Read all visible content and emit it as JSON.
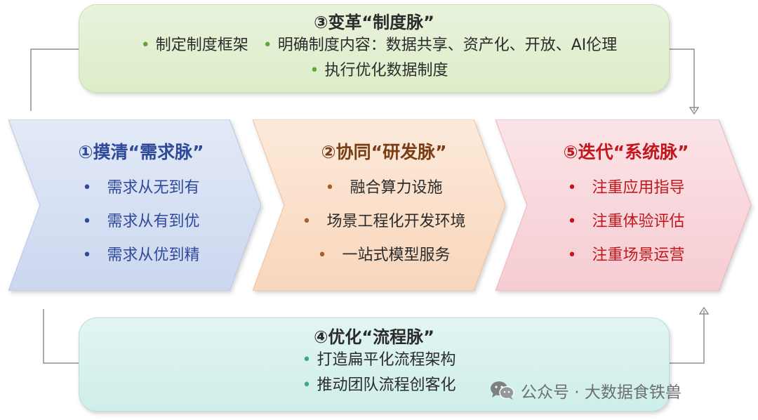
{
  "top_panel": {
    "title": "③变革“制度脉”",
    "bullets": [
      "制定制度框架",
      "明确制度内容：数据共享、资产化、开放、AI伦理",
      "执行优化数据制度"
    ]
  },
  "chevrons": [
    {
      "title": "①摸清“需求脉”",
      "items": [
        "需求从无到有",
        "需求从有到优",
        "需求从优到精"
      ],
      "color": "#2f4a9a",
      "fill": "#d6e0f3"
    },
    {
      "title": "②协同“研发脉”",
      "items": [
        "融合算力设施",
        "场景工程化开发环境",
        "一站式模型服务"
      ],
      "color": "#7a3e16",
      "fill": "#fbe1cc"
    },
    {
      "title": "⑤迭代“系统脉”",
      "items": [
        "注重应用指导",
        "注重体验评估",
        "注重场景运营"
      ],
      "color": "#c2171c",
      "fill": "#f9d6db"
    }
  ],
  "bottom_panel": {
    "title": "④优化“流程脉”",
    "bullets": [
      "打造扁平化流程架构",
      "推动团队流程创客化"
    ]
  },
  "watermark": {
    "text": "公众号 · 大数据食铁兽",
    "icon": "wechat-icon"
  }
}
